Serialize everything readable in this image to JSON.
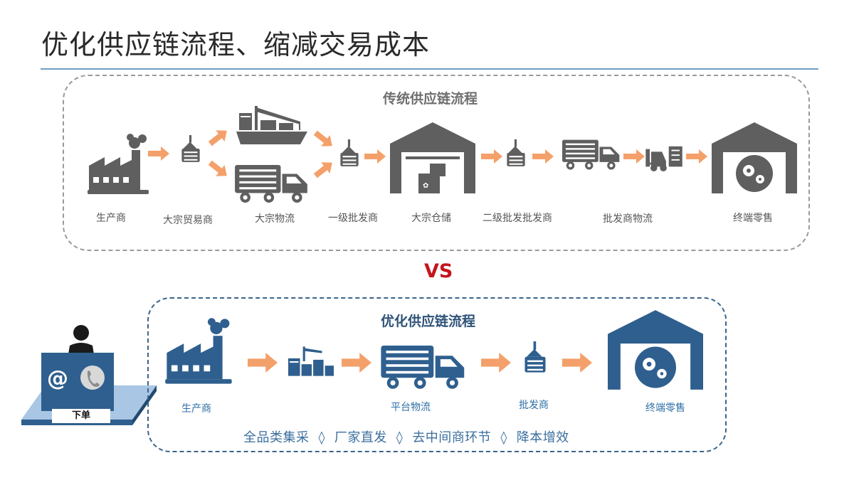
{
  "title": "优化供应链流程、缩减交易成本",
  "traditional": {
    "heading": "传统供应链流程",
    "stages": [
      "生产商",
      "大宗贸易商",
      "大宗物流",
      "一级批发商",
      "大宗仓储",
      "二级批发批发商",
      "批发商物流",
      "终端零售"
    ]
  },
  "vs_label": "VS",
  "optimized": {
    "heading": "优化供应链流程",
    "stages": [
      "生产商",
      "平台物流",
      "批发商",
      "终端零售"
    ],
    "features": [
      "全品类集采",
      "厂家直发",
      "去中间商环节",
      "降本增效"
    ],
    "separator": "◊"
  },
  "order": {
    "label": "下单",
    "at_symbol": "@"
  },
  "colors": {
    "traditional_icon": "#5f5f5f",
    "optimized_icon": "#2f5f8e",
    "arrow": "#f4a06a",
    "vs": "#c4141b",
    "rule": "#6f9cc4"
  }
}
